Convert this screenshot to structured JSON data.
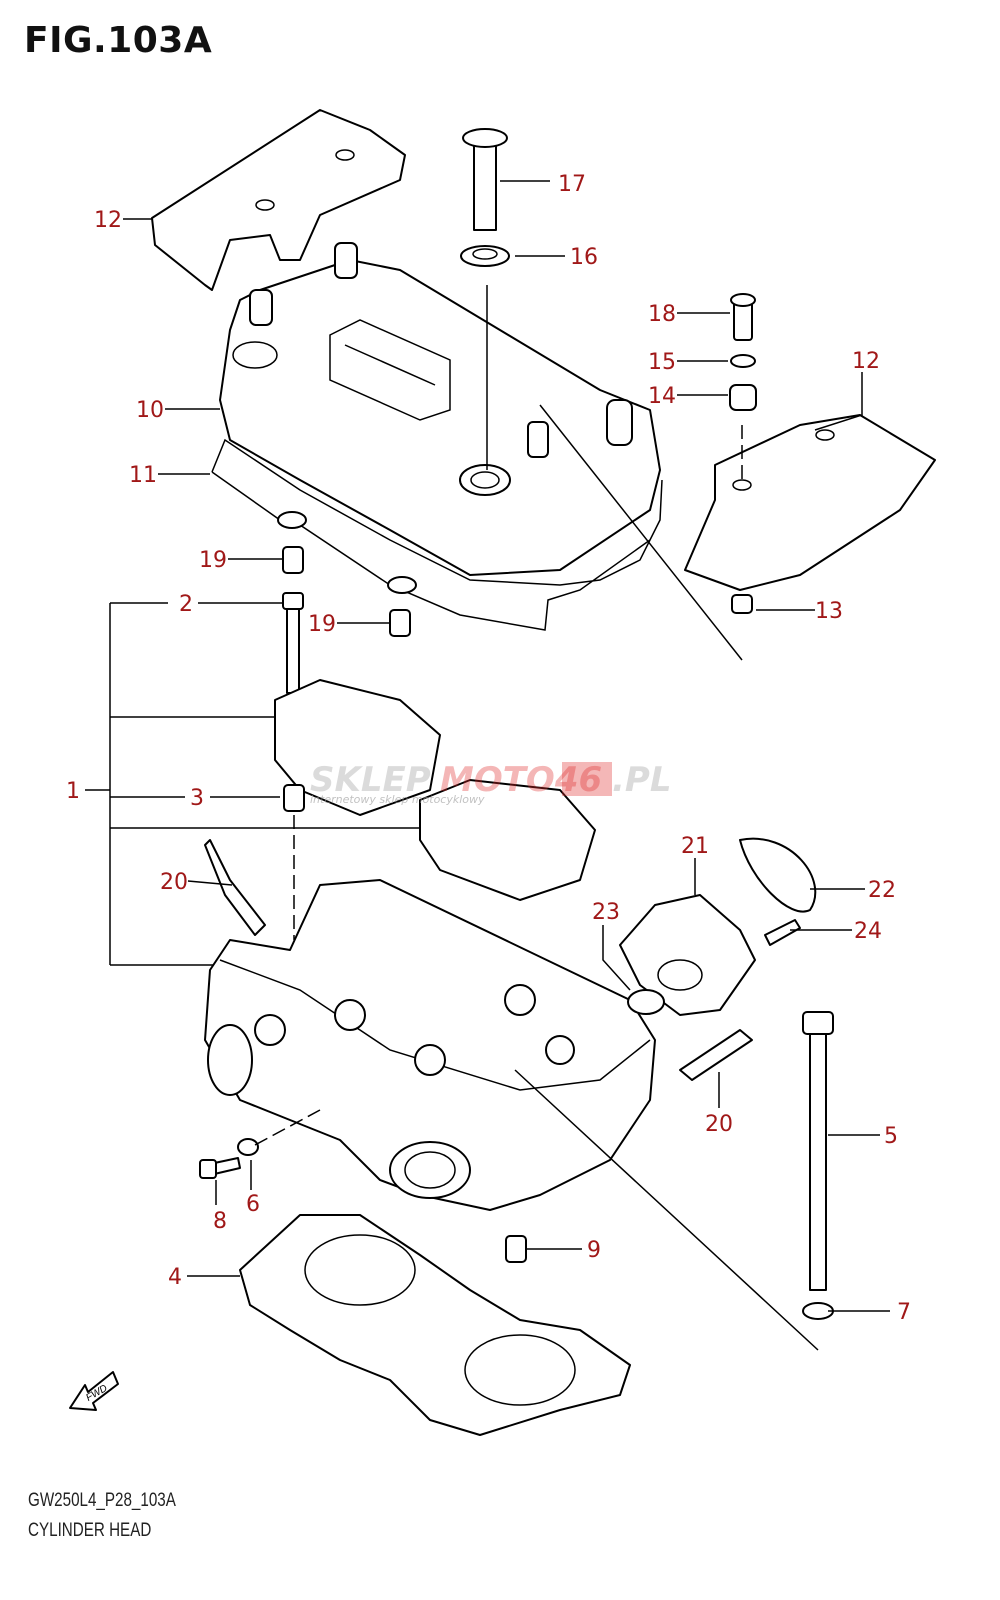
{
  "figure": {
    "title": "FIG.103A",
    "code": "GW250L4_P28_103A",
    "name": "CYLINDER HEAD"
  },
  "watermark": {
    "part1": "SKLEP",
    "part2": "MOTO46",
    "part3": ".PL",
    "subtitle": "internetowy sklep motocyklowy",
    "accent_color": "#e03030"
  },
  "label_color": "#a01818",
  "callouts": [
    "17",
    "16",
    "12",
    "18",
    "15",
    "12",
    "14",
    "10",
    "11",
    "19",
    "2",
    "19",
    "13",
    "1",
    "3",
    "21",
    "20",
    "22",
    "23",
    "24",
    "20",
    "5",
    "8",
    "6",
    "9",
    "4",
    "7"
  ],
  "fwd_label": "FWD"
}
